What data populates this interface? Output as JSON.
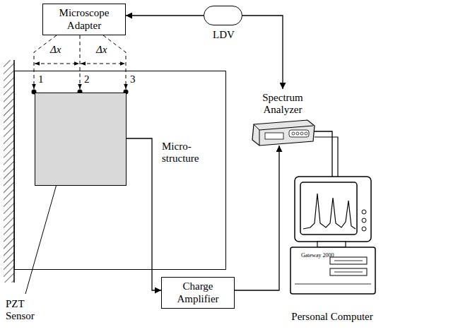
{
  "diagram": {
    "nodes": [
      {
        "text": [
          "Microscope Adapter"
        ]
      },
      {
        "text": [
          "LDV"
        ]
      },
      {
        "text": [
          "Spectrum Analyzer"
        ]
      },
      {
        "text": [
          "Micro- structure"
        ]
      },
      {
        "text": [
          "PZT Sensor"
        ],
        "in": 3
      },
      {
        "text": [
          "Charge Amplifier"
        ]
      },
      {
        "text": [
          "Personal Computer"
        ]
      }
    ],
    "edges": [
      {
        "from": 1,
        "to": 0,
        "arrow": "to"
      },
      {
        "from": 1,
        "to": 2,
        "arrow": "to"
      },
      {
        "from": 4,
        "to": 5,
        "arrow": "to"
      },
      {
        "from": 5,
        "to": 2,
        "arrow": "to"
      },
      {
        "from": 2,
        "to": 6,
        "arrow": "none"
      }
    ],
    "labels": [
      "Δx",
      "Δx",
      "1",
      "2",
      "3",
      "Gateway 2000"
    ]
  }
}
